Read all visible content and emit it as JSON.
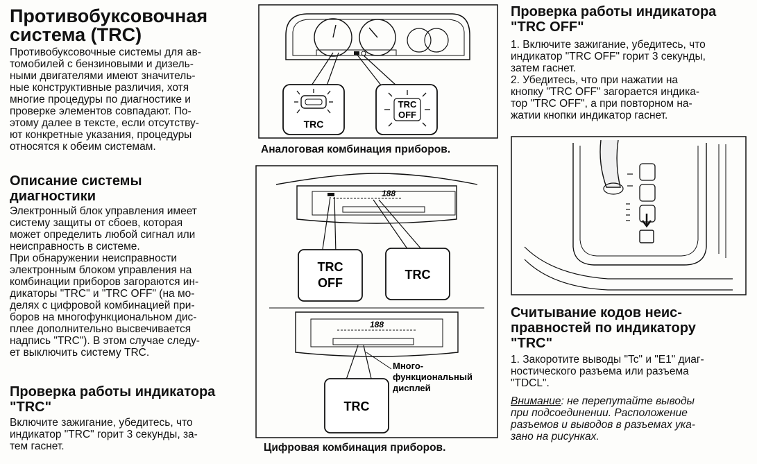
{
  "left": {
    "title_line1": "Противобуксовочная",
    "title_line2": "система (TRC)",
    "intro": [
      "Противобуксовочные системы для ав-",
      "томобилей с бензиновыми и дизель-",
      "ными двигателями имеют значитель-",
      "ные конструктивные различия, хотя",
      "многие процедуры по диагностике и",
      "проверке элементов совпадают. По-",
      "этому далее в тексте, если отсутству-",
      "ют конкретные указания, процедуры",
      "относятся к обеим системам."
    ],
    "diag_title_line1": "Описание системы",
    "diag_title_line2": "диагностики",
    "diag_text": [
      "Электронный блок управления имеет",
      "систему защиты от сбоев, которая",
      "может определить любой сигнал или",
      "неисправность в системе.",
      "При обнаружении неисправности",
      "электронным блоком управления на",
      "комбинации приборов загораются ин-",
      "дикаторы \"TRC\" и \"TRC OFF\" (на мо-",
      "делях с цифровой комбинацией при-",
      "боров на многофункциональном дис-",
      "плее дополнительно высвечивается",
      "надпись \"TRC\"). В этом случае следу-",
      "ет выключить систему TRC."
    ],
    "check_title_line1": "Проверка работы индикатора",
    "check_title_line2": "\"TRC\"",
    "check_text": [
      "Включите зажигание, убедитесь, что",
      "индикатор \"TRC\" горит 3 секунды, за-",
      "тем гаснет."
    ]
  },
  "middle": {
    "analog_caption": "Аналоговая комбинация приборов.",
    "digital_caption": "Цифровая комбинация приборов.",
    "label_trc": "TRC",
    "label_trc_off_1": "TRC",
    "label_trc_off_2": "OFF",
    "label_trc_off_big_1": "TRC",
    "label_trc_off_big_2": "OFF",
    "label_trc_box": "TRC",
    "label_trc_display": "TRC",
    "display_digits": "188",
    "multi_label_1": "Много-",
    "multi_label_2": "функциональный",
    "multi_label_3": "дисплей"
  },
  "right": {
    "off_title_line1": "Проверка работы индикатора",
    "off_title_line2": "\"TRC OFF\"",
    "off_text": [
      "1. Включите зажигание, убедитесь, что",
      "индикатор \"TRC OFF\" горит 3 секунды,",
      "затем гаснет.",
      "2. Убедитесь, что при нажатии на",
      "кнопку \"TRC OFF\" загорается индика-",
      "тор \"TRC OFF\", а при повторном на-",
      "жатии кнопки индикатор гаснет."
    ],
    "codes_title_line1": "Считывание кодов неис-",
    "codes_title_line2": "правностей по индикатору",
    "codes_title_line3": "\"TRC\"",
    "codes_text": [
      "1. Закоротите выводы \"Tc\" и \"E1\" диаг-",
      "ностического разъема или разъема",
      "\"TDCL\"."
    ],
    "warning_word": "Внимание",
    "warning_text": [
      ": не перепутайте выводы",
      "при подсоединении. Расположение",
      "разъемов и выводов в разъемах ука-",
      "зано на рисунках."
    ]
  }
}
